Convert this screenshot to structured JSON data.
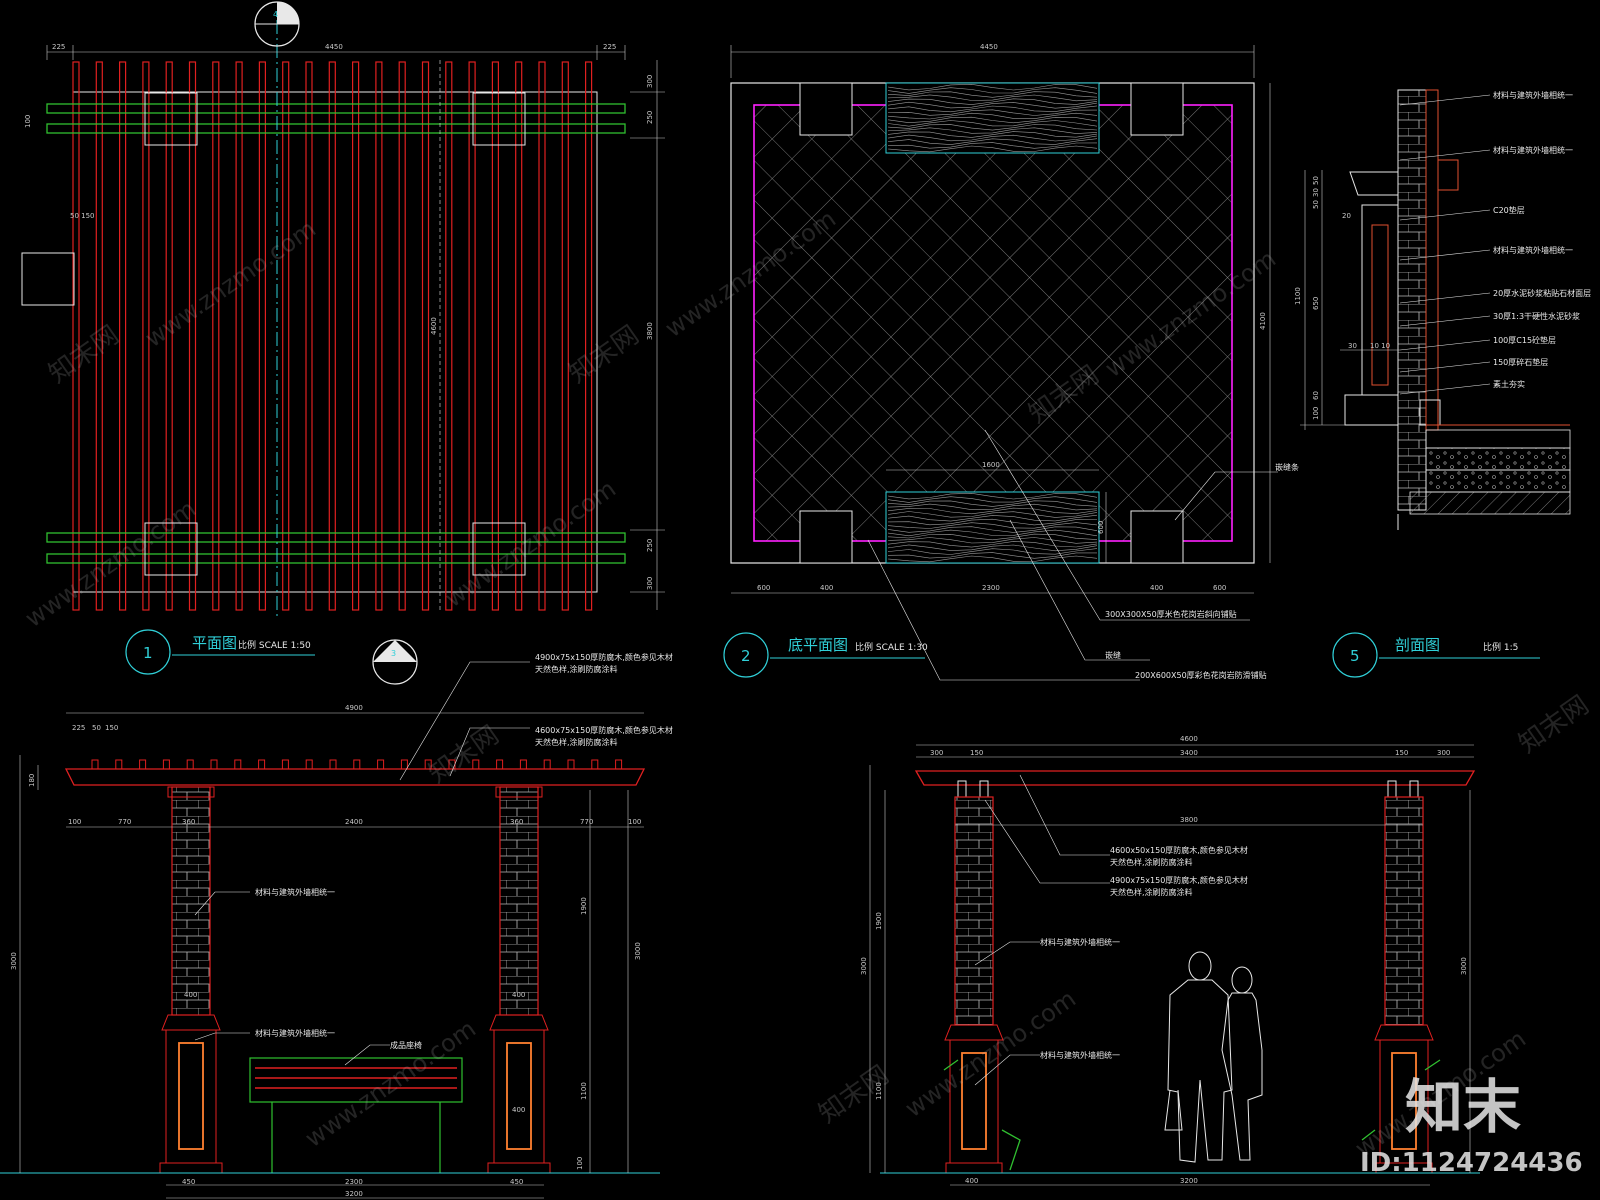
{
  "views": {
    "plan": {
      "number": "1",
      "title": "平面图",
      "scale": "比例 SCALE 1:50"
    },
    "ceiling": {
      "number": "2",
      "title": "底平面图",
      "scale": "比例 SCALE 1:30"
    },
    "section": {
      "number": "5",
      "title": "剖面图",
      "scale": "比例 1:5"
    },
    "marker_top": "4",
    "marker_mid": "3"
  },
  "plan_dims": {
    "left": "225",
    "mid": "4450",
    "right": "225",
    "height": "4600",
    "right_total": "3800",
    "r1": "300",
    "r2": "250",
    "r3": "250",
    "r4": "300",
    "slat": "50 150",
    "side": "100"
  },
  "ceiling_dims": {
    "top": "4450",
    "side": "4100",
    "inner": "1600",
    "inner_h": "600",
    "b1": "600",
    "b2": "400",
    "b3": "2300",
    "b4": "400",
    "b5": "600",
    "note1": "300X300X50厚米色花岗岩斜向铺贴",
    "note2": "嵌缝",
    "note3": "200X600X50厚彩色花岗岩防滑铺贴",
    "note4": "嵌缝条"
  },
  "section_notes": [
    "材料与建筑外墙相统一",
    "材料与建筑外墙相统一",
    "C20垫层",
    "材料与建筑外墙相统一",
    "20厚水泥砂浆粘贴石材面层",
    "30厚1:3干硬性水泥砂浆",
    "100厚C15砼垫层",
    "150厚碎石垫层",
    "素土夯实"
  ],
  "section_dims": {
    "d1": "50",
    "d2": "30",
    "d3": "50",
    "d4": "20",
    "h1": "1100",
    "h2": "650",
    "h3": "60",
    "h4": "100",
    "w1": "30",
    "w2": "10 10"
  },
  "front_elev": {
    "width": "4900",
    "d225": "225",
    "d50": "50",
    "d150": "150",
    "left_off": "100",
    "col_gap": "770",
    "col_w": "360",
    "span": "2400",
    "total_h": "3000",
    "upper_h": "1900",
    "lower_h": "1100",
    "base": "100",
    "beam_h": "180",
    "beam_h2": "100",
    "base_w": "450",
    "bottom": "3200",
    "col_base": "400",
    "mid_w": "2300",
    "right": "450",
    "note_top1": "4900x75x150厚防腐木,颜色参见木材",
    "note_top1b": "天然色样,涂刷防腐涂料",
    "note_top2": "4600x75x150厚防腐木,颜色参见木材",
    "note_top2b": "天然色样,涂刷防腐涂料",
    "note_col": "材料与建筑外墙相统一",
    "note_base": "材料与建筑外墙相统一",
    "note_bench": "成品座椅"
  },
  "side_elev": {
    "width": "4600",
    "d300": "300",
    "d150": "150",
    "span": "3400",
    "inner": "3800",
    "total_h": "3000",
    "upper_h": "1900",
    "lower_h": "1100",
    "base_w": "400",
    "bottom": "3200",
    "note1": "4600x50x150厚防腐木,颜色参见木材",
    "note1b": "天然色样,涂刷防腐涂料",
    "note2": "4900x75x150厚防腐木,颜色参见木材",
    "note2b": "天然色样,涂刷防腐涂料",
    "note_col": "材料与建筑外墙相统一",
    "note_base": "材料与建筑外墙相统一"
  },
  "watermark": {
    "site": "www.znzmo.com",
    "cn": "知末网",
    "brand": "知末",
    "id": "ID:1124724436"
  },
  "colors": {
    "bg": "#000000",
    "red": "#e02020",
    "white": "#e8e8e8",
    "green": "#30c030",
    "cyan": "#30d0d8",
    "magenta": "#ff20ff",
    "orange": "#ff8030",
    "dim": "#c8c8c8"
  }
}
